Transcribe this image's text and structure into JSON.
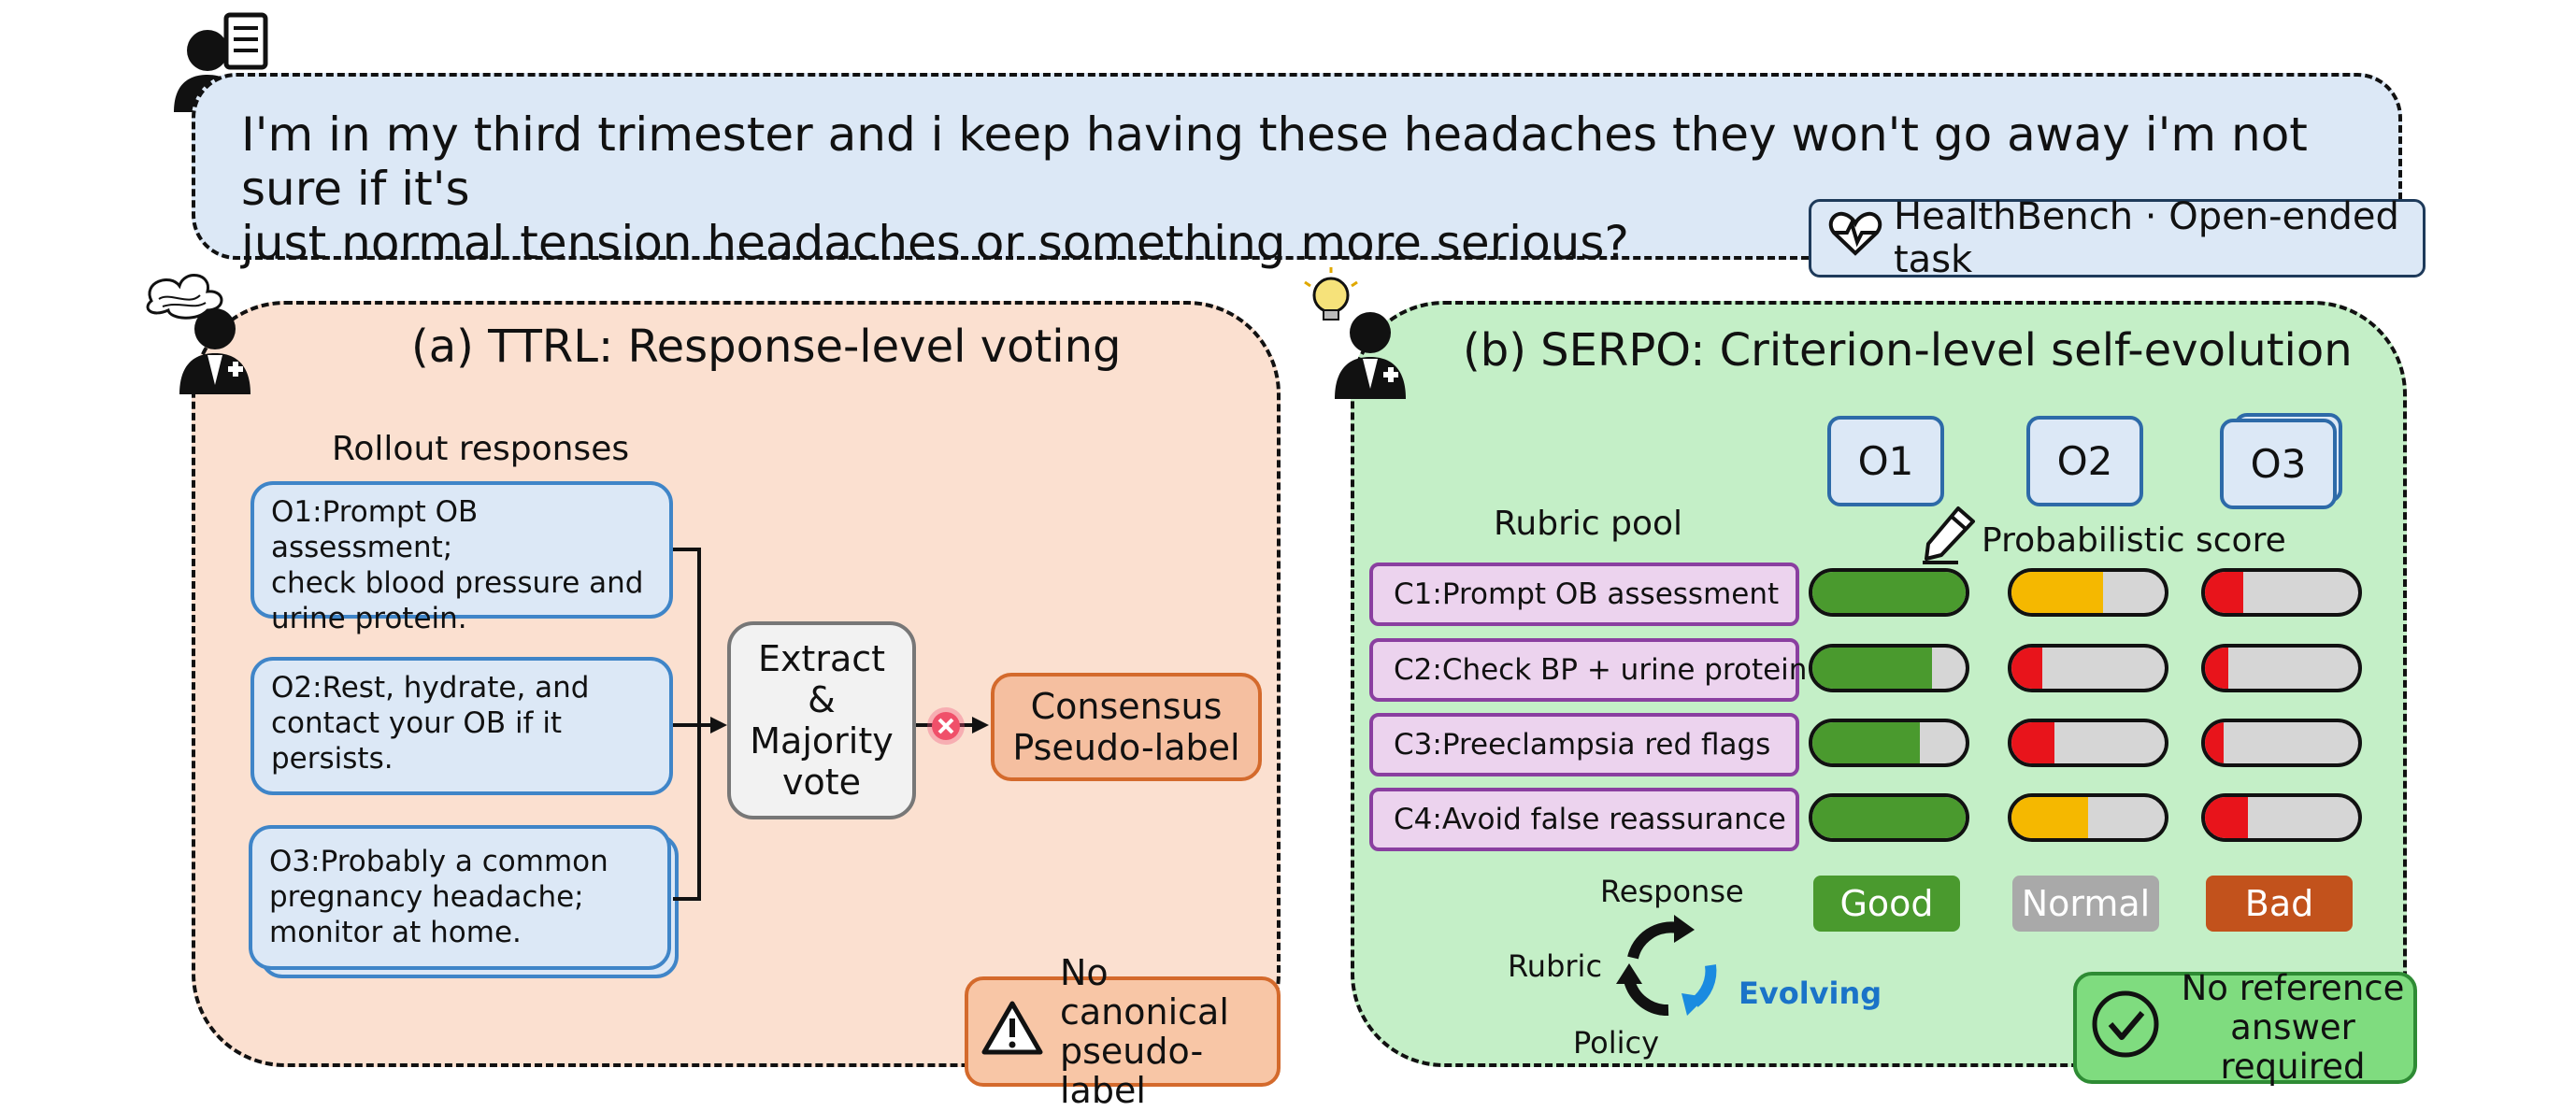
{
  "question": {
    "line1": "I'm in my third trimester and i keep having these headaches they won't go away i'm not sure if it's",
    "line2": "just normal tension headaches or something more serious?"
  },
  "task_tag": "HealthBench · Open-ended task",
  "panel_a": {
    "title": "(a) TTRL:  Response-level voting",
    "rollout_label": "Rollout responses",
    "responses": [
      {
        "line1": "O1:Prompt OB assessment;",
        "line2": "check blood pressure and",
        "line3": "urine protein."
      },
      {
        "line1": "O2:Rest, hydrate, and",
        "line2": "contact your OB if it",
        "line3": "persists."
      },
      {
        "line1": "O3:Probably a common",
        "line2": "pregnancy headache;",
        "line3": "monitor at home."
      }
    ],
    "extract": {
      "line1": "Extract",
      "line2": "&",
      "line3": "Majority",
      "line4": "vote"
    },
    "consensus": {
      "line1": "Consensus",
      "line2": "Pseudo-label"
    },
    "warning": {
      "line1": "No canonical",
      "line2": "pseudo-label"
    }
  },
  "panel_b": {
    "title": "(b) SERPO:  Criterion-level self-evolution",
    "rubric_pool_label": "Rubric pool",
    "prob_score_label": "Probabilistic score",
    "outputs": [
      "O1",
      "O2",
      "O3"
    ],
    "criteria": [
      "C1:Prompt OB assessment",
      "C2:Check BP + urine protein",
      "C3:Preeclampsia red flags",
      "C4:Avoid false reassurance"
    ],
    "scores": [
      [
        {
          "value": 1.0,
          "color": "#4a9a2e"
        },
        {
          "value": 0.6,
          "color": "#f5b800"
        },
        {
          "value": 0.25,
          "color": "#e8141b"
        }
      ],
      [
        {
          "value": 0.78,
          "color": "#4a9a2e"
        },
        {
          "value": 0.2,
          "color": "#e8141b"
        },
        {
          "value": 0.15,
          "color": "#e8141b"
        }
      ],
      [
        {
          "value": 0.7,
          "color": "#4a9a2e"
        },
        {
          "value": 0.28,
          "color": "#e8141b"
        },
        {
          "value": 0.12,
          "color": "#e8141b"
        }
      ],
      [
        {
          "value": 1.0,
          "color": "#4a9a2e"
        },
        {
          "value": 0.5,
          "color": "#f5b800"
        },
        {
          "value": 0.28,
          "color": "#e8141b"
        }
      ]
    ],
    "legend": [
      {
        "label": "Good",
        "color": "#4a9a2e"
      },
      {
        "label": "Normal",
        "color": "#a9a9a9"
      },
      {
        "label": "Bad",
        "color": "#c2521c"
      }
    ],
    "cycle": {
      "response": "Response",
      "rubric": "Rubric",
      "policy": "Policy",
      "evolving": "Evolving"
    },
    "no_reference": {
      "line1": "No reference",
      "line2": "answer required"
    }
  },
  "colors": {
    "blue_text": "#1a73c8",
    "cycle_arrow": "#111111",
    "evolve_arrow": "#1a8be0"
  },
  "icons": [
    "doctor-clipboard-icon",
    "confused-doctor-icon",
    "lightbulb-doctor-icon",
    "heart-pulse-icon",
    "warning-triangle-icon",
    "pencil-icon",
    "x-circle-icon",
    "check-circle-icon",
    "cycle-arrows-icon"
  ]
}
